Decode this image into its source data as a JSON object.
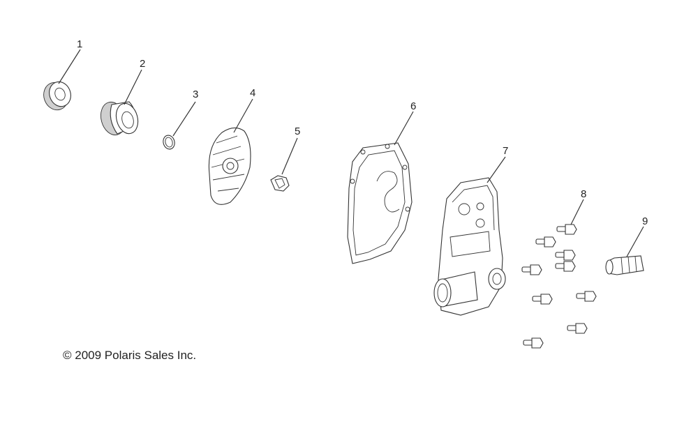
{
  "callouts": {
    "c1": "1",
    "c2": "2",
    "c3": "3",
    "c4": "4",
    "c5": "5",
    "c6": "6",
    "c7": "7",
    "c8": "8",
    "c9": "9"
  },
  "copyright": "© 2009 Polaris Sales Inc."
}
